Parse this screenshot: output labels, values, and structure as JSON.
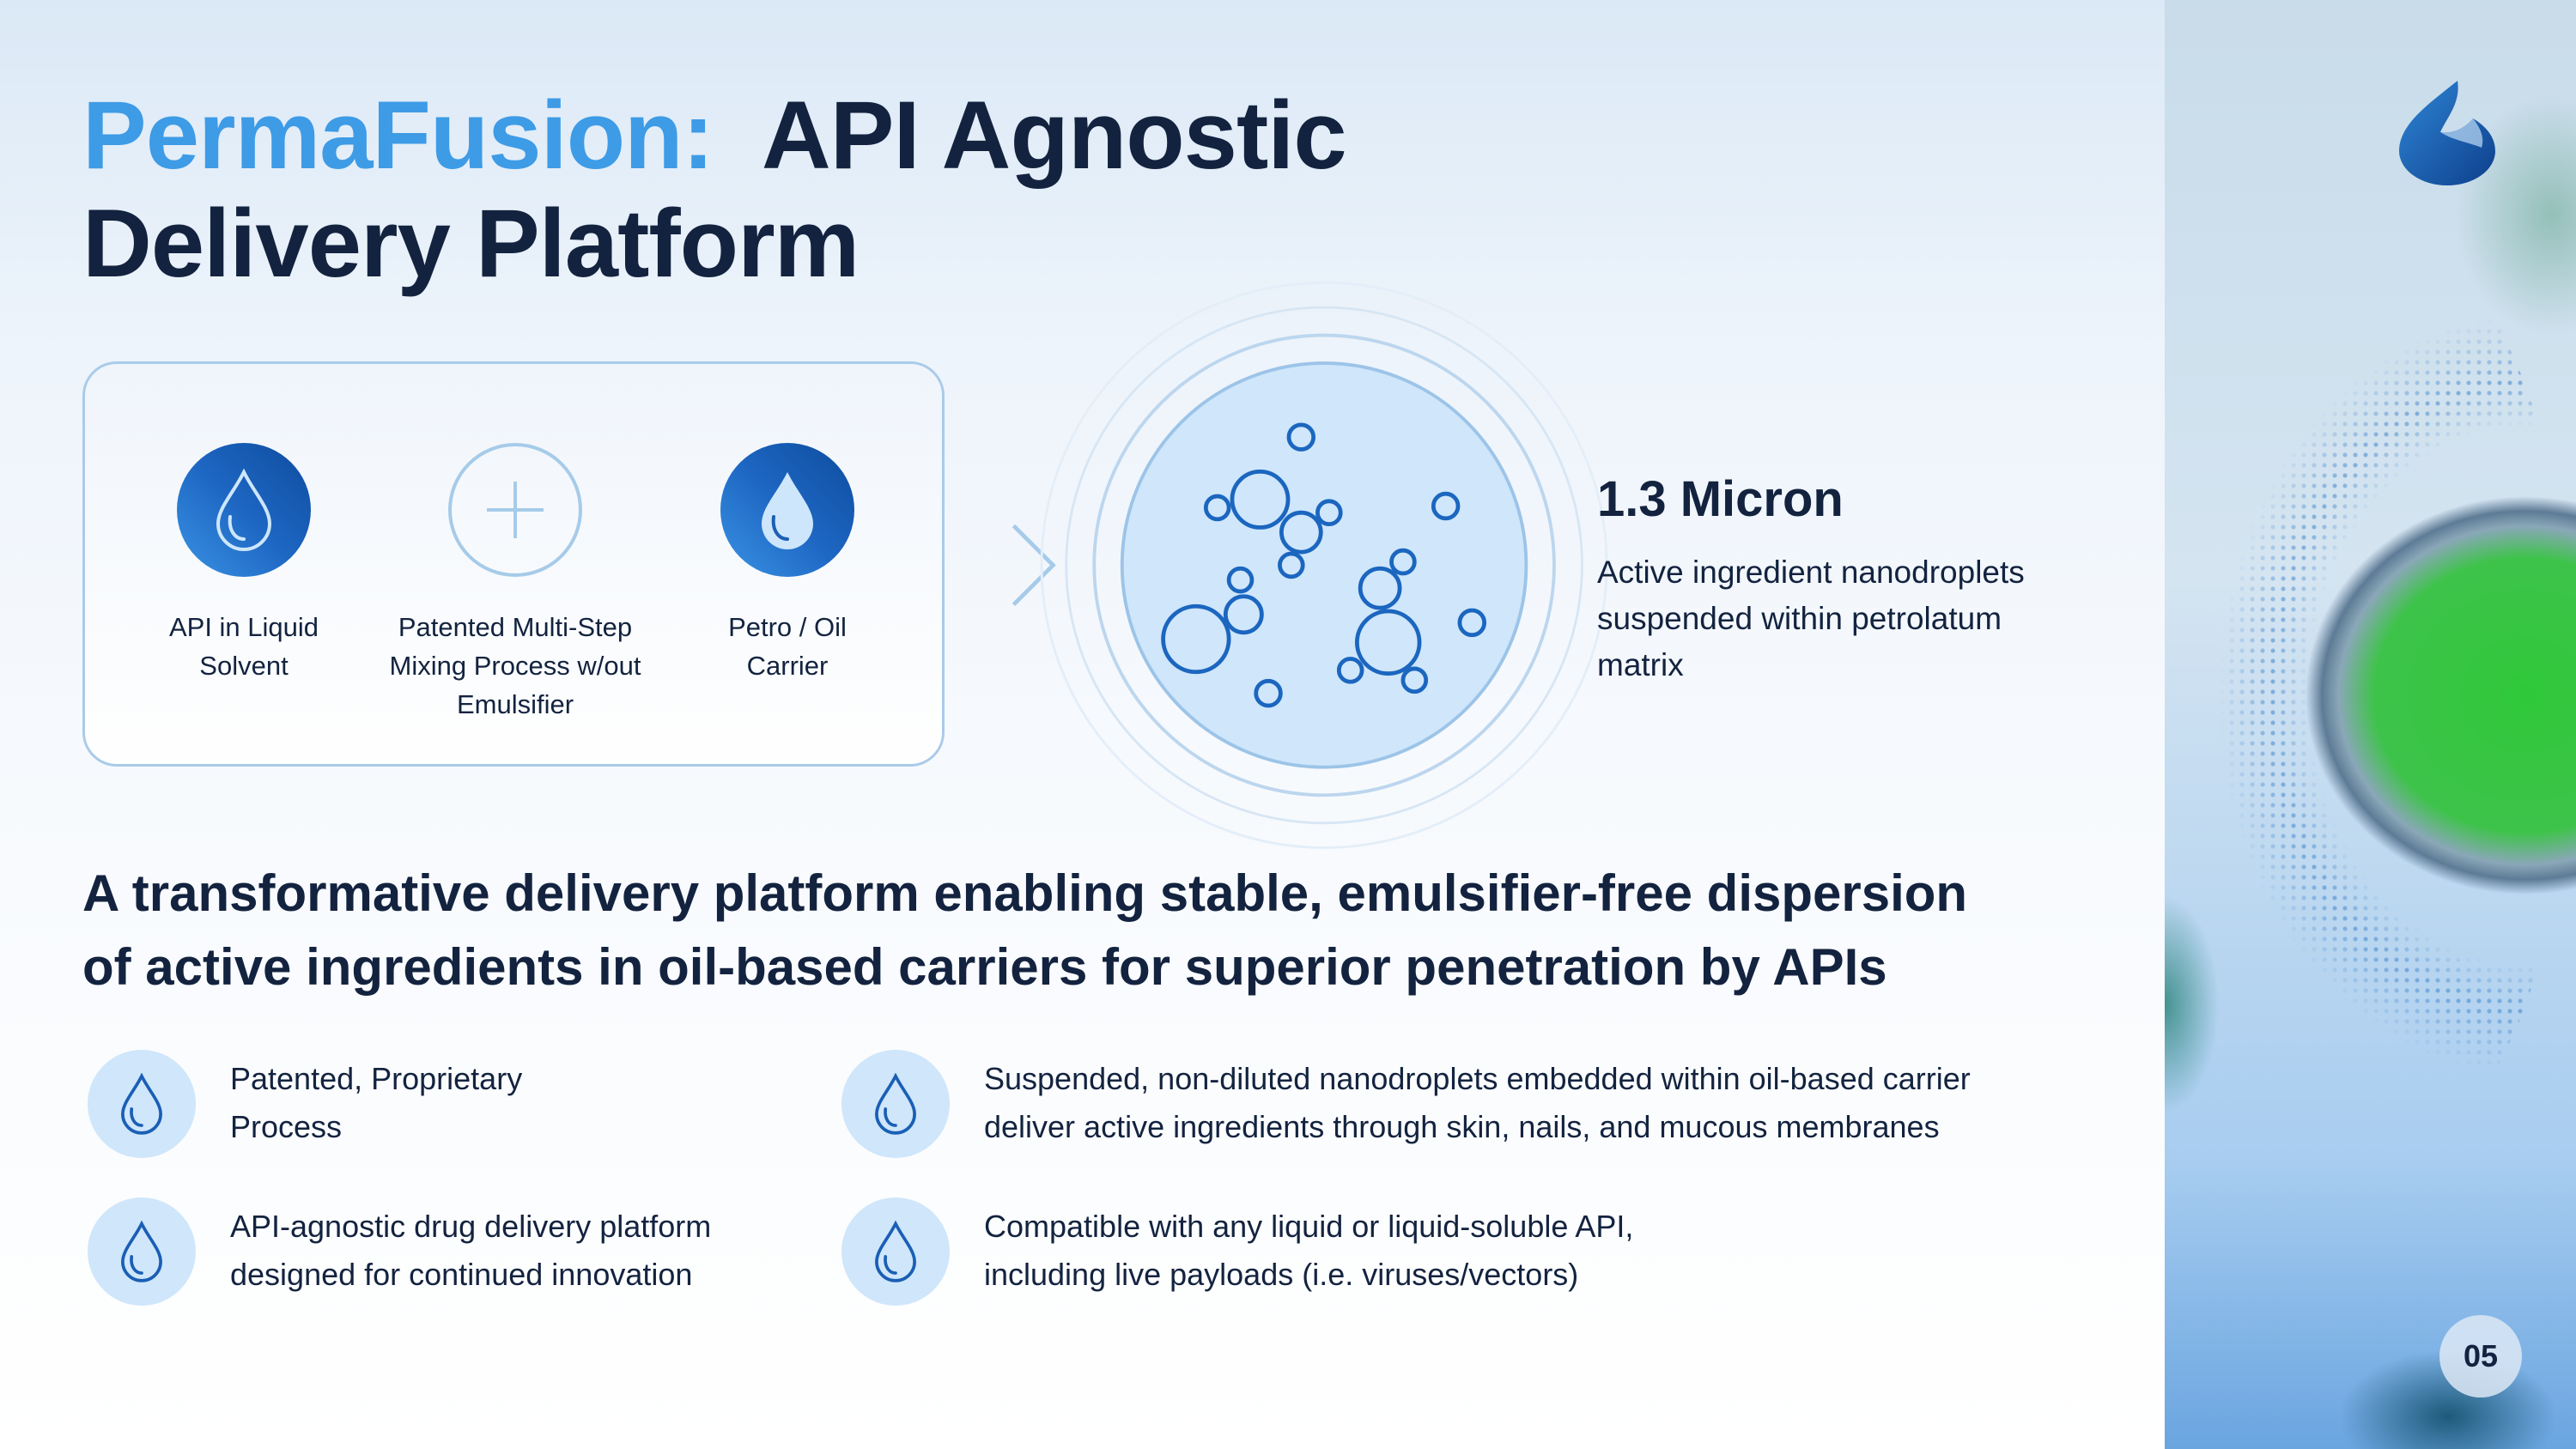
{
  "title": {
    "accent": "PermaFusion:",
    "main_line1": "API Agnostic",
    "main_line2": "Delivery Platform"
  },
  "process_flow": {
    "steps": [
      {
        "label_line1": "API in Liquid",
        "label_line2": "Solvent",
        "icon": "droplet-outline-icon"
      },
      {
        "label_line1": "Patented Multi-Step",
        "label_line2": "Mixing Process w/out",
        "label_line3": "Emulsifier",
        "icon": "plus-icon"
      },
      {
        "label_line1": "Petro / Oil",
        "label_line2": "Carrier",
        "icon": "droplet-filled-icon"
      }
    ]
  },
  "micron": {
    "title": "1.3 Micron",
    "desc_lines": [
      "Active ingredient nanodroplets",
      "suspended within petrolatum",
      "matrix"
    ]
  },
  "tagline": {
    "line1": "A transformative delivery platform enabling stable, emulsifier-free dispersion",
    "line2": "of active ingredients in oil-based carriers for superior penetration by APIs"
  },
  "bullets": [
    {
      "line1": "Patented, Proprietary",
      "line2": "Process"
    },
    {
      "line1": "Suspended, non-diluted nanodroplets embedded within oil-based carrier",
      "line2": "deliver active ingredients through skin, nails, and mucous membranes"
    },
    {
      "line1": "API-agnostic drug delivery platform",
      "line2": "designed for continued innovation"
    },
    {
      "line1": "Compatible with any liquid or liquid-soluble API,",
      "line2": "including live payloads (i.e. viruses/vectors)"
    }
  ],
  "page_number": "05",
  "colors": {
    "accent": "#3e9be6",
    "text": "#13233f",
    "brand_blue": "#1a5fb4",
    "icon_bg": "#cfe6fb"
  }
}
